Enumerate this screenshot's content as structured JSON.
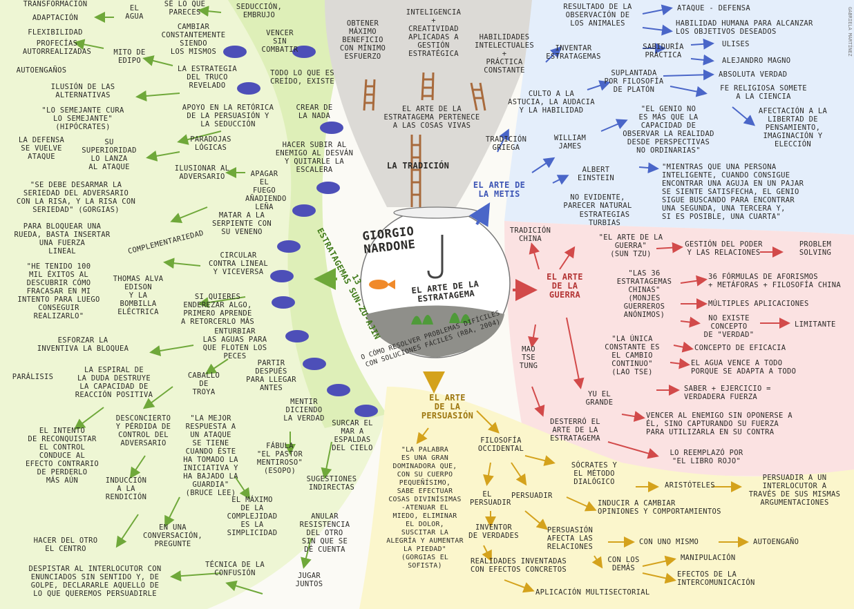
{
  "center": {
    "author": "GIORGIO\nNARDONE",
    "title": "EL ARTE DE LA\nESTRATAGEMA",
    "subtitle": "O CÓMO RESOLVER PROBLEMAS DIFÍCILES\nCON SOLUCIONES FÁCILES (RBA, 2004)"
  },
  "top": {
    "heading": "LA TRADICIÓN",
    "items": [
      "OBTENER\nMÁXIMO\nBENEFICIO\nCON MÍNIMO\nESFUERZO",
      "INTELIGENCIA\n+\nCREATIVIDAD\nAPLICADAS A\nGESTIÓN\nESTRATÉGICA",
      "HABILIDADES\nINTELECTUALES\n+\nPRÁCTICA\nCONSTANTE",
      "EL ARTE DE LA\nESTRATAGEMA PERTENECE\nA LAS COSAS VIVAS"
    ]
  },
  "metis": {
    "heading": "EL ARTE DE\nLA METIS",
    "items": [
      "RESULTADO DE LA\nOBSERVACIÓN DE\nLOS ANIMALES",
      "ATAQUE - DEFENSA",
      "HABILIDAD HUMANA PARA ALCANZAR\nLOS OBJETIVOS DESEADOS",
      "INVENTAR\nESTRATAGEMAS",
      "SABIDURÍA\nPRÁCTICA",
      "ULISES",
      "ALEJANDRO MAGNO",
      "SUPLANTADA\nPOR FILOSOFÍA\nDE PLATÓN",
      "ABSOLUTA VERDAD",
      "FE RELIGIOSA SOMETE\nA LA CIENCIA",
      "AFECTACIÓN A LA\nLIBERTAD DE\nPENSAMIENTO,\nIMAGINACIÓN Y\nELECCIÓN",
      "CULTO A LA\nASTUCIA, LA AUDACIA\nY LA HABILIDAD",
      "TRADICIÓN\nGRIEGA",
      "WILLIAM\nJAMES",
      "\"EL GENIO NO\nES MÁS QUE LA\nCAPACIDAD DE\nOBSERVAR LA REALIDAD\nDESDE PERSPECTIVAS\nNO ORDINARIAS\"",
      "ALBERT\nEINSTEIN",
      "\"MIENTRAS QUE UNA PERSONA\nINTELIGENTE, CUANDO CONSIGUE\nENCONTRAR UNA AGUJA EN UN PAJAR\nSE SIENTE SATISFECHA, EL GENIO\nSIGUE BUSCANDO PARA ENCONTRAR\nUNA SEGUNDA, UNA TERCERA Y,\nSI ES POSIBLE, UNA CUARTA\"",
      "NO EVIDENTE,\nPARECER NATURAL"
    ]
  },
  "guerra": {
    "heading": "EL ARTE\nDE LA\nGUERRA",
    "items": [
      "ESTRATEGIAS\nTURBIAS",
      "TRADICIÓN\nCHINA",
      "\"EL ARTE DE LA\nGUERRA\"\n(SUN TZU)",
      "GESTIÓN DEL PODER\nY LAS RELACIONES",
      "PROBLEM\nSOLVING",
      "\"LAS 36\nESTRATAGEMAS\nCHINAS\"\n(MONJES\nGUERREROS\nANÓNIMOS)",
      "36 FÓRMULAS DE AFORISMOS\n+ METÁFORAS + FILOSOFÍA CHINA",
      "MÚLTIPLES APLICACIONES",
      "NO EXISTE\nCONCEPTO\nDE \"VERDAD\"",
      "LIMITANTE",
      "\"LA ÚNICA\nCONSTANTE ES\nEL CAMBIO\nCONTINUO\"\n(LAO TSE)",
      "CONCEPTO DE EFICACIA",
      "EL AGUA VENCE A TODO\nPORQUE SE ADAPTA A TODO",
      "SABER + EJERCICIO =\nVERDADERA FUERZA",
      "MAO\nTSE\nTUNG",
      "YU EL\nGRANDE",
      "VENCER AL ENEMIGO SIN OPONERSE A\nÉL, SINO CAPTURANDO SU FUERZA\nPARA UTILIZARLA EN SU CONTRA",
      "DESTERRÓ EL\nARTE DE LA\nESTRATAGEMA",
      "LO REEMPLAZÓ POR\n\"EL LIBRO ROJO\""
    ]
  },
  "persuasion": {
    "heading": "EL ARTE\nDE LA\nPERSUASIÓN",
    "items": [
      "\"LA PALABRA\nES UNA GRAN\nDOMINADORA QUE,\nCON SU CUERPO\nPEQUEÑÍSIMO,\nSABE EFECTUAR\nCOSAS DIVINÍSIMAS\n-ATENUAR EL\nMIEDO, ELIMINAR\nEL DOLOR,\nSUSCITAR LA\nALEGRÍA Y AUMENTAR\nLA PIEDAD\"\n(GORGIAS EL\nSOFISTA)",
      "FILOSOFÍA\nOCCIDENTAL",
      "SÓCRATES Y\nEL MÉTODO\nDIALÓGICO",
      "ARISTÓTELES",
      "PERSUADIR A UN\nINTERLOCUTOR A\nTRAVÉS DE SUS MISMAS\nARGUMENTACIONES",
      "EL\nPERSUADIR",
      "PERSUADIR",
      "INDUCIR A CAMBIAR\nOPINIONES Y COMPORTAMIENTOS",
      "INVENTOR\nDE VERDADES",
      "PERSUASIÓN\nAFECTA LAS\nRELACIONES",
      "CON UNO MISMO",
      "AUTOENGAÑO",
      "CON LOS\nDEMÁS",
      "MANIPULACIÓN",
      "EFECTOS DE LA\nINTERCOMUNICACIÓN",
      "REALIDADES INVENTADAS\nCON EFECTOS CONCRETOS",
      "APLICACIÓN MULTISECTORIAL"
    ]
  },
  "sunzu": {
    "heading": "13\nESTRATAGEMAS SUN-ZU-AJIN",
    "items": [
      "TRANSFORMACIÓN",
      "ADAPTACIÓN",
      "FLEXIBILIDAD",
      "PROFECÍAS\nAUTORREALIZADAS",
      "MITO DE\nEDIPO",
      "AUTOENGAÑOS",
      "EL\nAGUA",
      "SÉ LO QUE\nPARECES",
      "SEDUCCIÓN,\nEMBRUJO",
      "CAMBIAR\nCONSTANTEMENTE\nSIENDO\nLOS MISMOS",
      "VENCER\nSIN\nCOMBATIR",
      "LA ESTRATEGIA\nDEL TRUCO\nREVELADO",
      "TODO LO QUE ES\nCREÍDO, EXISTE",
      "ILUSIÓN DE LAS\nALTERNATIVAS",
      "APOYO EN LA RETÓRICA\nDE LA PERSUASIÓN Y\nLA SEDUCCIÓN",
      "CREAR DE\nLA NADA",
      "\"LO SEMEJANTE CURA\nLO SEMEJANTE\"\n(HIPÓCRATES)",
      "PARADOJAS\nLÓGICAS",
      "HACER SUBIR AL\nENEMIGO AL DESVÁN\nY QUITARLE LA\nESCALERA",
      "LA DEFENSA\nSE VUELVE\nATAQUE",
      "SU\nSUPERIORIDAD\nLO LANZA\nAL ATAQUE",
      "ILUSIONAR AL\nADVERSARIO",
      "APAGAR EL\nFUEGO\nAÑADIENDO\nLEÑA",
      "\"SE DEBE DESARMAR LA\nSERIEDAD DEL ADVERSARIO\nCON LA RISA, Y LA RISA CON\nSERIEDAD\" (GORGIAS)",
      "MATAR A LA\nSERPIENTE CON\nSU VENENO",
      "PARA BLOQUEAR UNA\nRUEDA, BASTA INSERTAR\nUNA FUERZA\nLINEAL",
      "COMPLEMENTARIEDAD",
      "CIRCULAR\nCONTRA LINEAL\nY VICEVERSA",
      "\"HE TENIDO 100\nMIL ÉXITOS AL\nDESCUBRIR CÓMO\nFRACASAR EN MI\nINTENTO PARA LUEGO\nCONSEGUIR REALIZARLO\"",
      "THOMAS ALVA\nEDISON\nY LA\nBOMBILLA\nELÉCTRICA",
      "SI QUIERES\nENDEREZAR ALGO,\nPRIMERO APRENDE\nA RETORCERLO MÁS",
      "ENTURBIAR\nLAS AGUAS PARA\nQUE FLOTEN LOS PECES",
      "ESFORZAR LA\nINVENTIVA LA BLOQUEA",
      "PARÁLISIS",
      "LA ESPIRAL DE\nLA DUDA DESTRUYE\nLA CAPACIDAD DE\nREACCIÓN POSITIVA",
      "CABALLO\nDE\nTROYA",
      "PARTIR\nDESPUÉS\nPARA LLEGAR\nANTES",
      "EL INTENTO\nDE RECONQUISTAR\nEL CONTROL\nCONDUCE AL\nEFECTO CONTRARIO\nDE PERDERLO\nMÁS AÚN",
      "DESCONCIERTO\nY PÉRDIDA DE\nCONTROL DEL\nADVERSARIO",
      "\"LA MEJOR\nRESPUESTA A\nUN ATAQUE\nSE TIENE\nCUANDO ÉSTE\nHA TOMADO LA\nINICIATIVA Y\nHA BAJADO LA\nGUARDIA\"\n(BRUCE LEE)",
      "MENTIR\nDICIENDO\nLA VERDAD",
      "FÁBULA\n\"EL PASTOR\nMENTIROSO\"\n(ESOPO)",
      "SURCAR EL\nMAR A\nESPALDAS\nDEL CIELO",
      "INDUCCIÓN\nA LA\nRENDICIÓN",
      "EN UNA CONVERSACIÓN,\nPREGUNTE",
      "HACER DEL OTRO\nEL CENTRO",
      "EL MÁXIMO\nDE LA\nCOMPLEJIDAD\nES LA\nSIMPLICIDAD",
      "SUGESTIONES\nINDIRECTAS",
      "ANULAR\nRESISTENCIA\nDEL OTRO\nSIN QUE SE\nDÉ CUENTA",
      "DESPISTAR AL INTERLOCUTOR CON\nENUNCIADOS SIN SENTIDO Y, DE\nGOLPE, DECLARARLE AQUELLO DE\nLO QUE QUEREMOS PERSUADIRLE",
      "TÉCNICA DE LA\nCONFUSIÓN",
      "JUGAR\nJUNTOS"
    ]
  },
  "side_note": "GABRIELA MARTÍNEZ"
}
